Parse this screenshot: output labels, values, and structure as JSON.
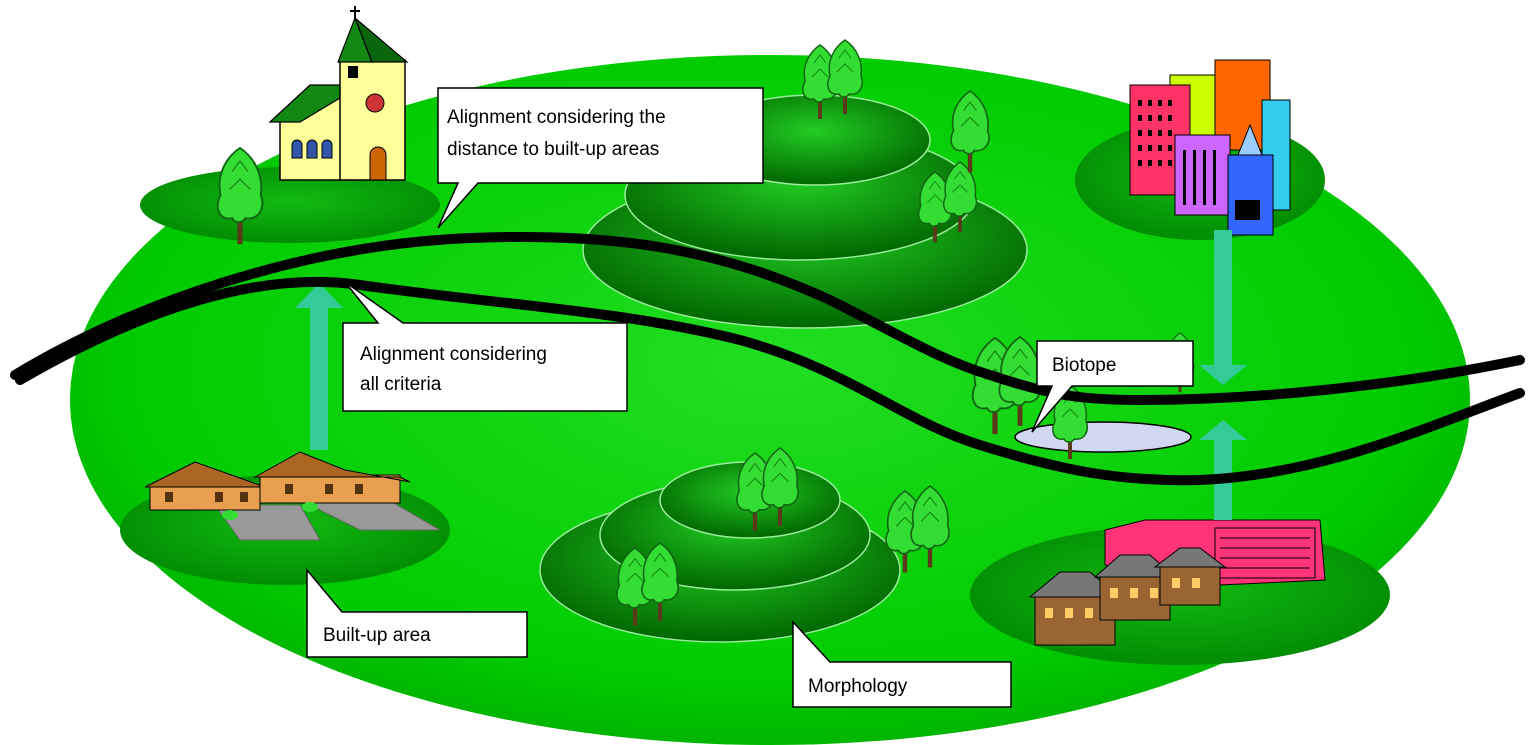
{
  "callouts": {
    "distance_line1": "Alignment considering the",
    "distance_line2": "distance to built-up areas",
    "all_criteria_line1": "Alignment considering",
    "all_criteria_line2": "all criteria",
    "biotope": "Biotope",
    "built_up_area": "Built-up area",
    "morphology": "Morphology"
  },
  "colors": {
    "ground": "#00cc00",
    "ground_dark": "#009900",
    "hill_dark": "#006600",
    "arrow": "#33cc99",
    "route": "#000000",
    "pond": "#cfd8f0"
  },
  "icons": [
    "church-icon",
    "city-buildings-icon",
    "houses-icon",
    "factory-icon",
    "tree-icon",
    "pond-icon"
  ]
}
